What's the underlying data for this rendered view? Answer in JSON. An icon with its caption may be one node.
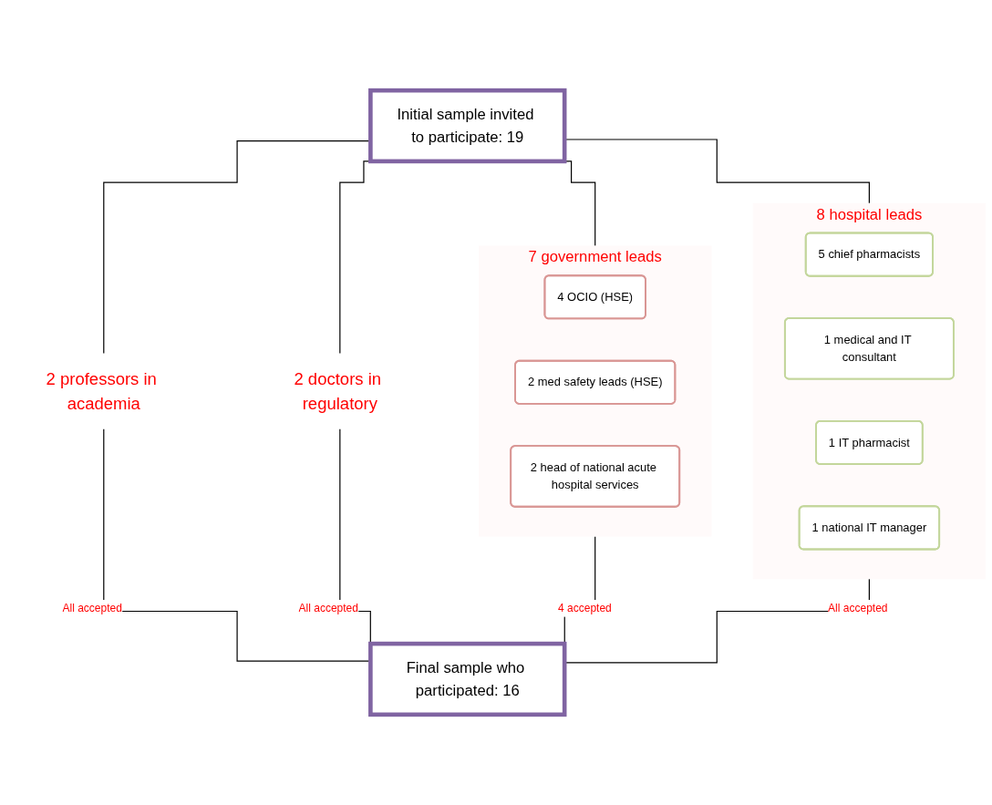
{
  "diagram": {
    "nodes": [
      {
        "text": [
          "Initial sample invited to participate: 19"
        ]
      },
      {
        "text": [
          "2 professors in academia"
        ]
      },
      {
        "text": [
          "2 doctors in regulatory"
        ]
      },
      {
        "text": [
          "7 government leads"
        ]
      },
      {
        "text": [
          "4 OCIO (HSE)"
        ],
        "in": 3
      },
      {
        "text": [
          "2 med safety leads (HSE)"
        ],
        "in": 3
      },
      {
        "text": [
          "2 head of national acute hospital services"
        ],
        "in": 3
      },
      {
        "text": [
          "8 hospital leads"
        ]
      },
      {
        "text": [
          "5 chief pharmacists"
        ],
        "in": 7
      },
      {
        "text": [
          "1 medical and IT consultant"
        ],
        "in": 7
      },
      {
        "text": [
          "1 IT pharmacist"
        ],
        "in": 7
      },
      {
        "text": [
          "1 national IT manager"
        ],
        "in": 7
      },
      {
        "text": [
          "Final sample who participated: 16"
        ]
      }
    ],
    "edges": [
      {
        "from": 0,
        "to": 1,
        "arrow": "none"
      },
      {
        "from": 0,
        "to": 2,
        "arrow": "none"
      },
      {
        "from": 0,
        "to": 3,
        "arrow": "none"
      },
      {
        "from": 0,
        "to": 7,
        "arrow": "none"
      },
      {
        "from": 1,
        "to": 12,
        "arrow": "none",
        "label": "All accepted"
      },
      {
        "from": 2,
        "to": 12,
        "arrow": "none",
        "label": "All accepted"
      },
      {
        "from": 3,
        "to": 12,
        "arrow": "none",
        "label": "4 accepted"
      },
      {
        "from": 7,
        "to": 12,
        "arrow": "none",
        "label": "All accepted"
      }
    ]
  }
}
